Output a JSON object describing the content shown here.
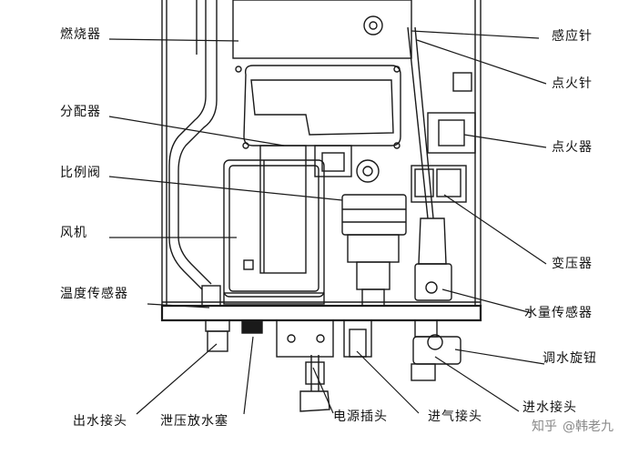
{
  "labels": {
    "burner": "燃烧器",
    "distributor": "分配器",
    "proportional_valve": "比例阀",
    "fan": "风机",
    "temp_sensor": "温度传感器",
    "outlet_fitting": "出水接头",
    "relief_plug": "泄压放水塞",
    "power_plug": "电源插头",
    "gas_inlet": "进气接头",
    "water_inlet": "进水接头",
    "sensing_needle": "感应针",
    "ignition_needle": "点火针",
    "igniter": "点火器",
    "transformer": "变压器",
    "water_flow_sensor": "水量传感器",
    "water_adjust_knob": "调水旋钮"
  },
  "watermark": {
    "brand": "知乎",
    "author": "@韩老九"
  }
}
